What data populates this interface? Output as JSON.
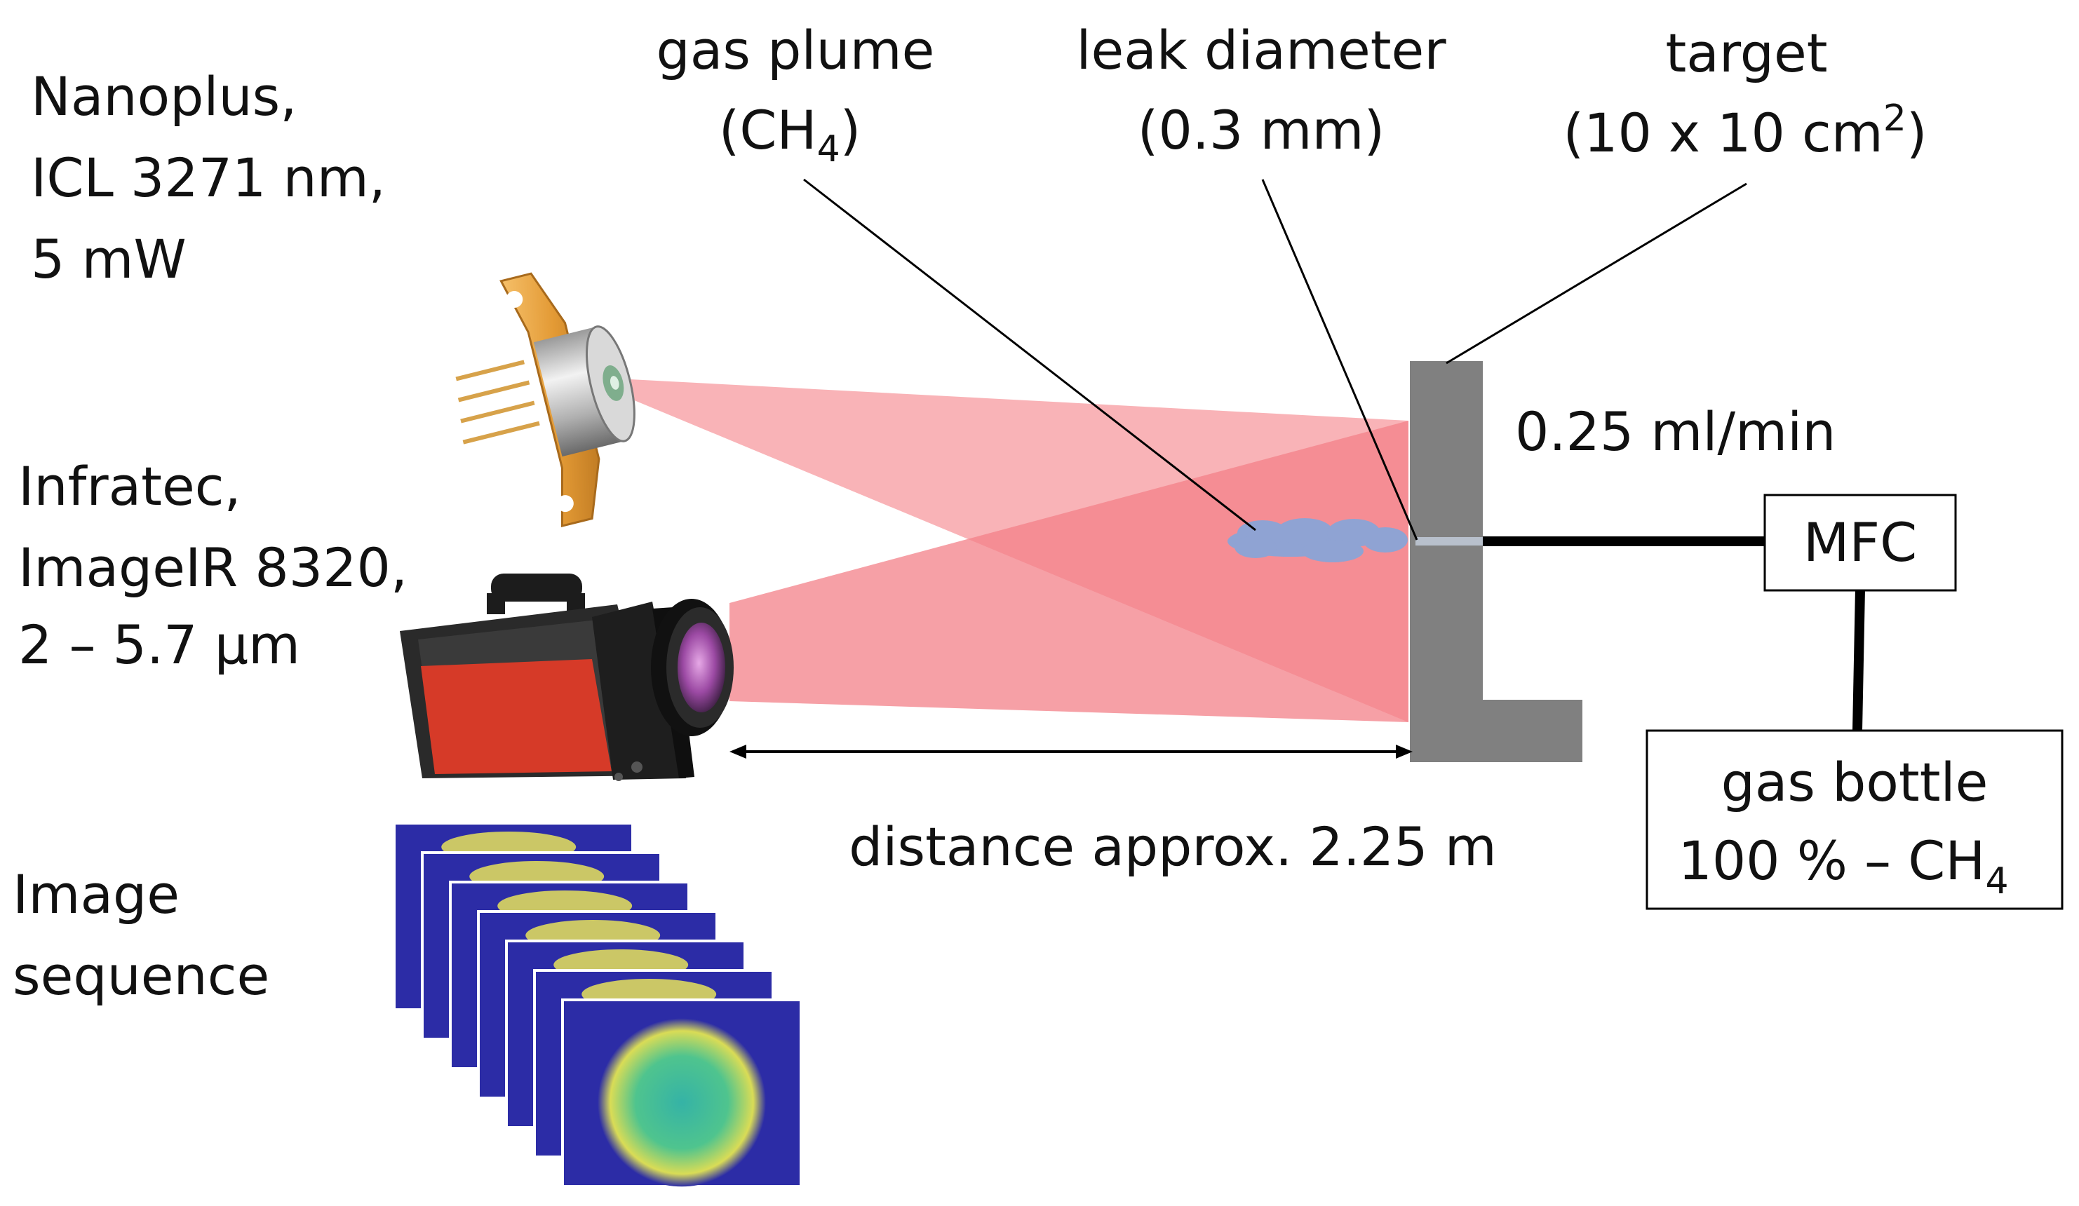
{
  "labels": {
    "laser": [
      "Nanoplus,",
      "ICL 3271 nm,",
      "5 mW"
    ],
    "camera": [
      "Infratec,",
      "ImageIR 8320,",
      "2 – 5.7 µm"
    ],
    "sequence": [
      "Image",
      "sequence"
    ],
    "plume_line1": "gas plume",
    "plume_ch": "(CH",
    "plume_sub": "4",
    "plume_close": ")",
    "leak": [
      "leak diameter",
      "(0.3 mm)"
    ],
    "target_line1": "target",
    "target_line2": "(10 x 10 cm",
    "target_sup": "2",
    "target_close": ")",
    "flow": "0.25 ml/min",
    "mfc": "MFC",
    "bottle_line1": "gas bottle",
    "bottle_line2": "100 % – CH",
    "bottle_sub": "4",
    "distance": "distance approx. 2.25 m"
  },
  "colors": {
    "beam_laser": "#f7a0a5",
    "beam_camera": "#f38088",
    "plume": "#8fa3d3",
    "target": "#808080",
    "camera_body": "#d63a28",
    "sequence_bg": "#2c2ca6",
    "sequence_hot": "#e8e35a"
  },
  "icons": [
    "laser-diode-icon",
    "ir-camera-icon",
    "image-sequence-icon"
  ]
}
